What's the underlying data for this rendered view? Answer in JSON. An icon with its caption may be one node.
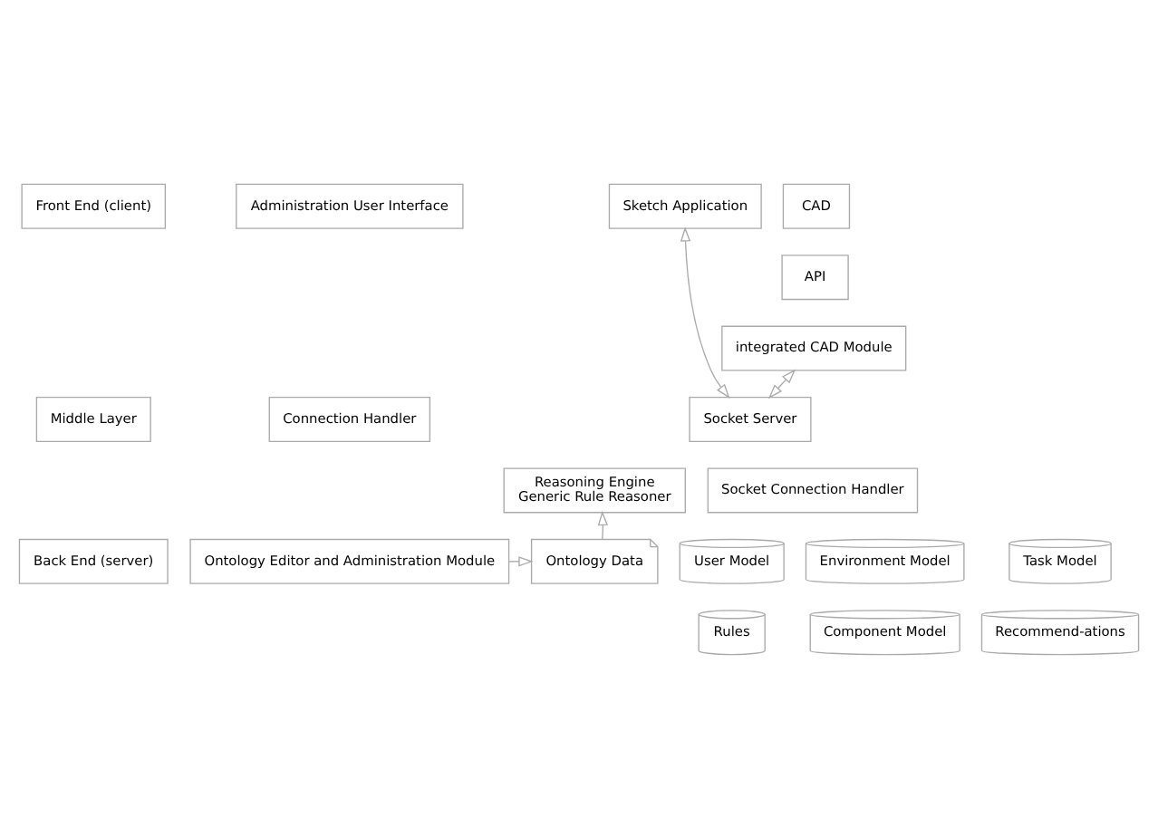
{
  "diagram": {
    "nodes": [
      {
        "text": [
          "Front End (client)"
        ]
      },
      {
        "text": [
          "Administration User Interface"
        ]
      },
      {
        "text": [
          "Sketch Application"
        ]
      },
      {
        "text": [
          "CAD"
        ]
      },
      {
        "text": [
          "API"
        ]
      },
      {
        "text": [
          "integrated CAD Module"
        ]
      },
      {
        "text": [
          "Middle Layer"
        ]
      },
      {
        "text": [
          "Connection Handler"
        ]
      },
      {
        "text": [
          "Socket Server"
        ]
      },
      {
        "text": [
          "Reasoning Engine",
          "Generic Rule Reasoner"
        ]
      },
      {
        "text": [
          "Socket Connection Handler"
        ]
      },
      {
        "text": [
          "Back End (server)"
        ]
      },
      {
        "text": [
          "Ontology Editor and Administration Module"
        ]
      },
      {
        "text": [
          "Ontology Data"
        ]
      },
      {
        "text": [
          "User Model"
        ]
      },
      {
        "text": [
          "Environment Model"
        ]
      },
      {
        "text": [
          "Task Model"
        ]
      },
      {
        "text": [
          "Rules"
        ]
      },
      {
        "text": [
          "Component Model"
        ]
      },
      {
        "text": [
          "Recommend-ations"
        ]
      }
    ],
    "edges": [
      {
        "from": 2,
        "to": 8,
        "arrow": "both"
      },
      {
        "from": 5,
        "to": 8,
        "arrow": "both"
      },
      {
        "from": 13,
        "to": 9,
        "arrow": "to"
      },
      {
        "from": 12,
        "to": 13,
        "arrow": "to"
      }
    ]
  }
}
